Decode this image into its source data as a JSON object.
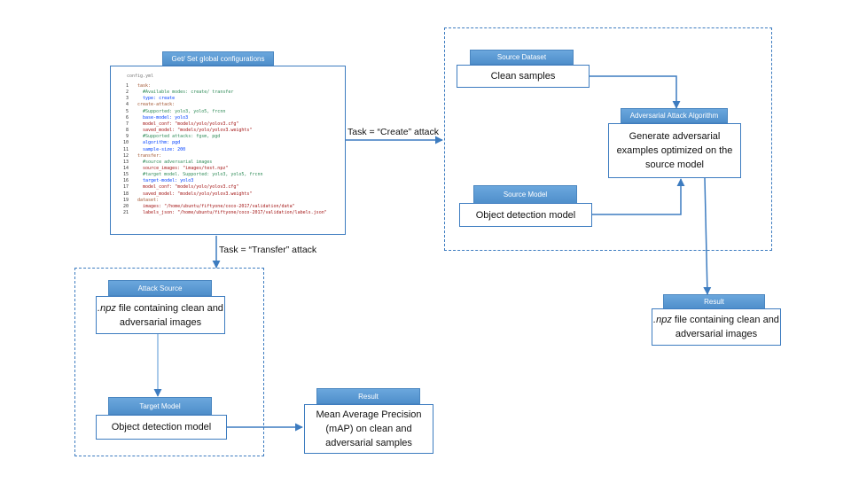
{
  "config": {
    "header": "Get/ Set global configurations",
    "filename": "config.yml",
    "lines": [
      {
        "n": "1",
        "t": "task:"
      },
      {
        "n": "2",
        "t": "  #Available modes: create/ transfer"
      },
      {
        "n": "3",
        "t": "  type: create"
      },
      {
        "n": "4",
        "t": "create-attack:"
      },
      {
        "n": "5",
        "t": "  #Supported: yolo3, yolo5, frcnn"
      },
      {
        "n": "6",
        "t": "  base-model: yolo3"
      },
      {
        "n": "7",
        "t": "  model_conf: \"models/yolo/yolov3.cfg\""
      },
      {
        "n": "8",
        "t": "  saved_model: \"models/yolo/yolov3.weights\""
      },
      {
        "n": "9",
        "t": "  #Supported attacks: fgsm, pgd"
      },
      {
        "n": "10",
        "t": "  algorithm: pgd"
      },
      {
        "n": "11",
        "t": "  sample-size: 200"
      },
      {
        "n": "12",
        "t": "transfer:"
      },
      {
        "n": "13",
        "t": "  #source adversarial images"
      },
      {
        "n": "14",
        "t": "  source_images: \"images/test.npz\""
      },
      {
        "n": "15",
        "t": "  #target model. Supported: yolo3, yolo5, frcnn"
      },
      {
        "n": "16",
        "t": "  target-model: yolo3"
      },
      {
        "n": "17",
        "t": "  model_conf: \"models/yolo/yolov3.cfg\""
      },
      {
        "n": "18",
        "t": "  saved_model: \"models/yolo/yolov3.weights\""
      },
      {
        "n": "19",
        "t": "dataset:"
      },
      {
        "n": "20",
        "t": "  images: \"/home/ubuntu/fiftyone/coco-2017/validation/data\""
      },
      {
        "n": "21",
        "t": "  labels_json: \"/home/ubuntu/fiftyone/coco-2017/validation/labels.json\""
      }
    ]
  },
  "edges": {
    "create_label": "Task = “Create” attack",
    "transfer_label": "Task = “Transfer” attack"
  },
  "create_panel": {
    "source_dataset": {
      "header": "Source Dataset",
      "body": "Clean samples"
    },
    "algorithm": {
      "header": "Adversarial Attack Algorithm",
      "body": "Generate adversarial examples optimized on the source model"
    },
    "source_model": {
      "header": "Source Model",
      "body": "Object detection model"
    },
    "result": {
      "header": "Result",
      "body_ext": ".npz",
      "body_rest": " file containing clean and adversarial images"
    }
  },
  "transfer_panel": {
    "attack_source": {
      "header": "Attack Source",
      "body_ext": ".npz",
      "body_rest": " file containing clean and adversarial images"
    },
    "target_model": {
      "header": "Target Model",
      "body": "Object detection model"
    },
    "result": {
      "header": "Result",
      "body": "Mean Average Precision (mAP) on clean and adversarial samples"
    }
  },
  "colors": {
    "accent": "#5b9bd5",
    "line": "#3d7cc0"
  }
}
